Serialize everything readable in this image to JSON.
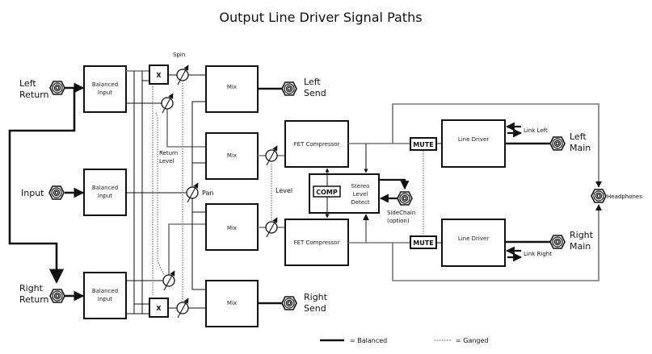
{
  "title": "Output Line Driver Signal Paths",
  "ports": {
    "left_return": [
      "Left",
      "Return"
    ],
    "input": "Input",
    "right_return": [
      "Right",
      "Return"
    ],
    "left_send": [
      "Left",
      "Send"
    ],
    "right_send": [
      "Right",
      "Send"
    ],
    "left_main": [
      "Left",
      "Main"
    ],
    "right_main": [
      "Right",
      "Main"
    ],
    "headphones": "Headphones",
    "sidechain": [
      "SideChain",
      "(option)"
    ]
  },
  "blocks": {
    "balanced_input": [
      "Balanced",
      "Input"
    ],
    "crosspoint": "X",
    "mix": "Mix",
    "fet_compressor": "FET Compressor",
    "stereo_level_detect": [
      "Stereo",
      "Level",
      "Detect"
    ],
    "comp": "COMP",
    "mute": "MUTE",
    "line_driver": "Line Driver"
  },
  "controls": {
    "spin": "Spin",
    "return_level": [
      "Return",
      "Level"
    ],
    "pan": "Pan",
    "level": "Level"
  },
  "links": {
    "link_left": "Link Left",
    "link_right": "Link Right"
  },
  "legend": {
    "balanced": "= Balanced",
    "ganged": "= Ganged"
  }
}
